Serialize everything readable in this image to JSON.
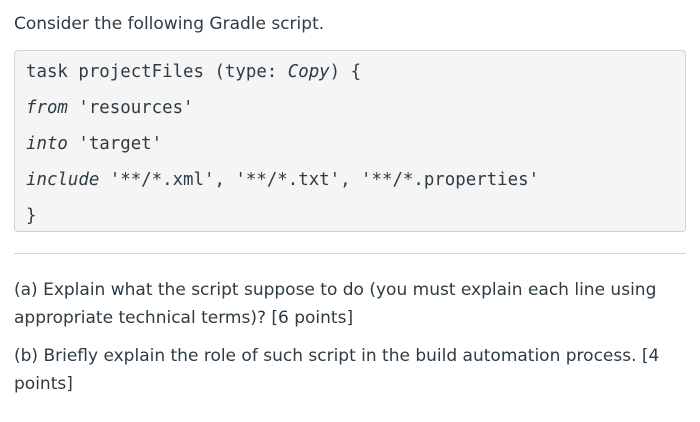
{
  "intro": "Consider the following Gradle script.",
  "code": {
    "line1": {
      "prefix": "task projectFiles (type: ",
      "keyword": "Copy",
      "suffix": ") {"
    },
    "line2": {
      "keyword": "from",
      "value": " 'resources'"
    },
    "line3": {
      "keyword": "into",
      "value": " 'target'"
    },
    "line4": {
      "keyword": "include",
      "value": " '**/*.xml', '**/*.txt', '**/*.properties'"
    },
    "line5": {
      "text": "}"
    }
  },
  "questions": {
    "a": "(a) Explain what the script suppose to do (you must explain each line using appropriate technical terms)? [6 points]",
    "b": "(b) Briefly explain the role of such script in the build automation process. [4 points]"
  }
}
